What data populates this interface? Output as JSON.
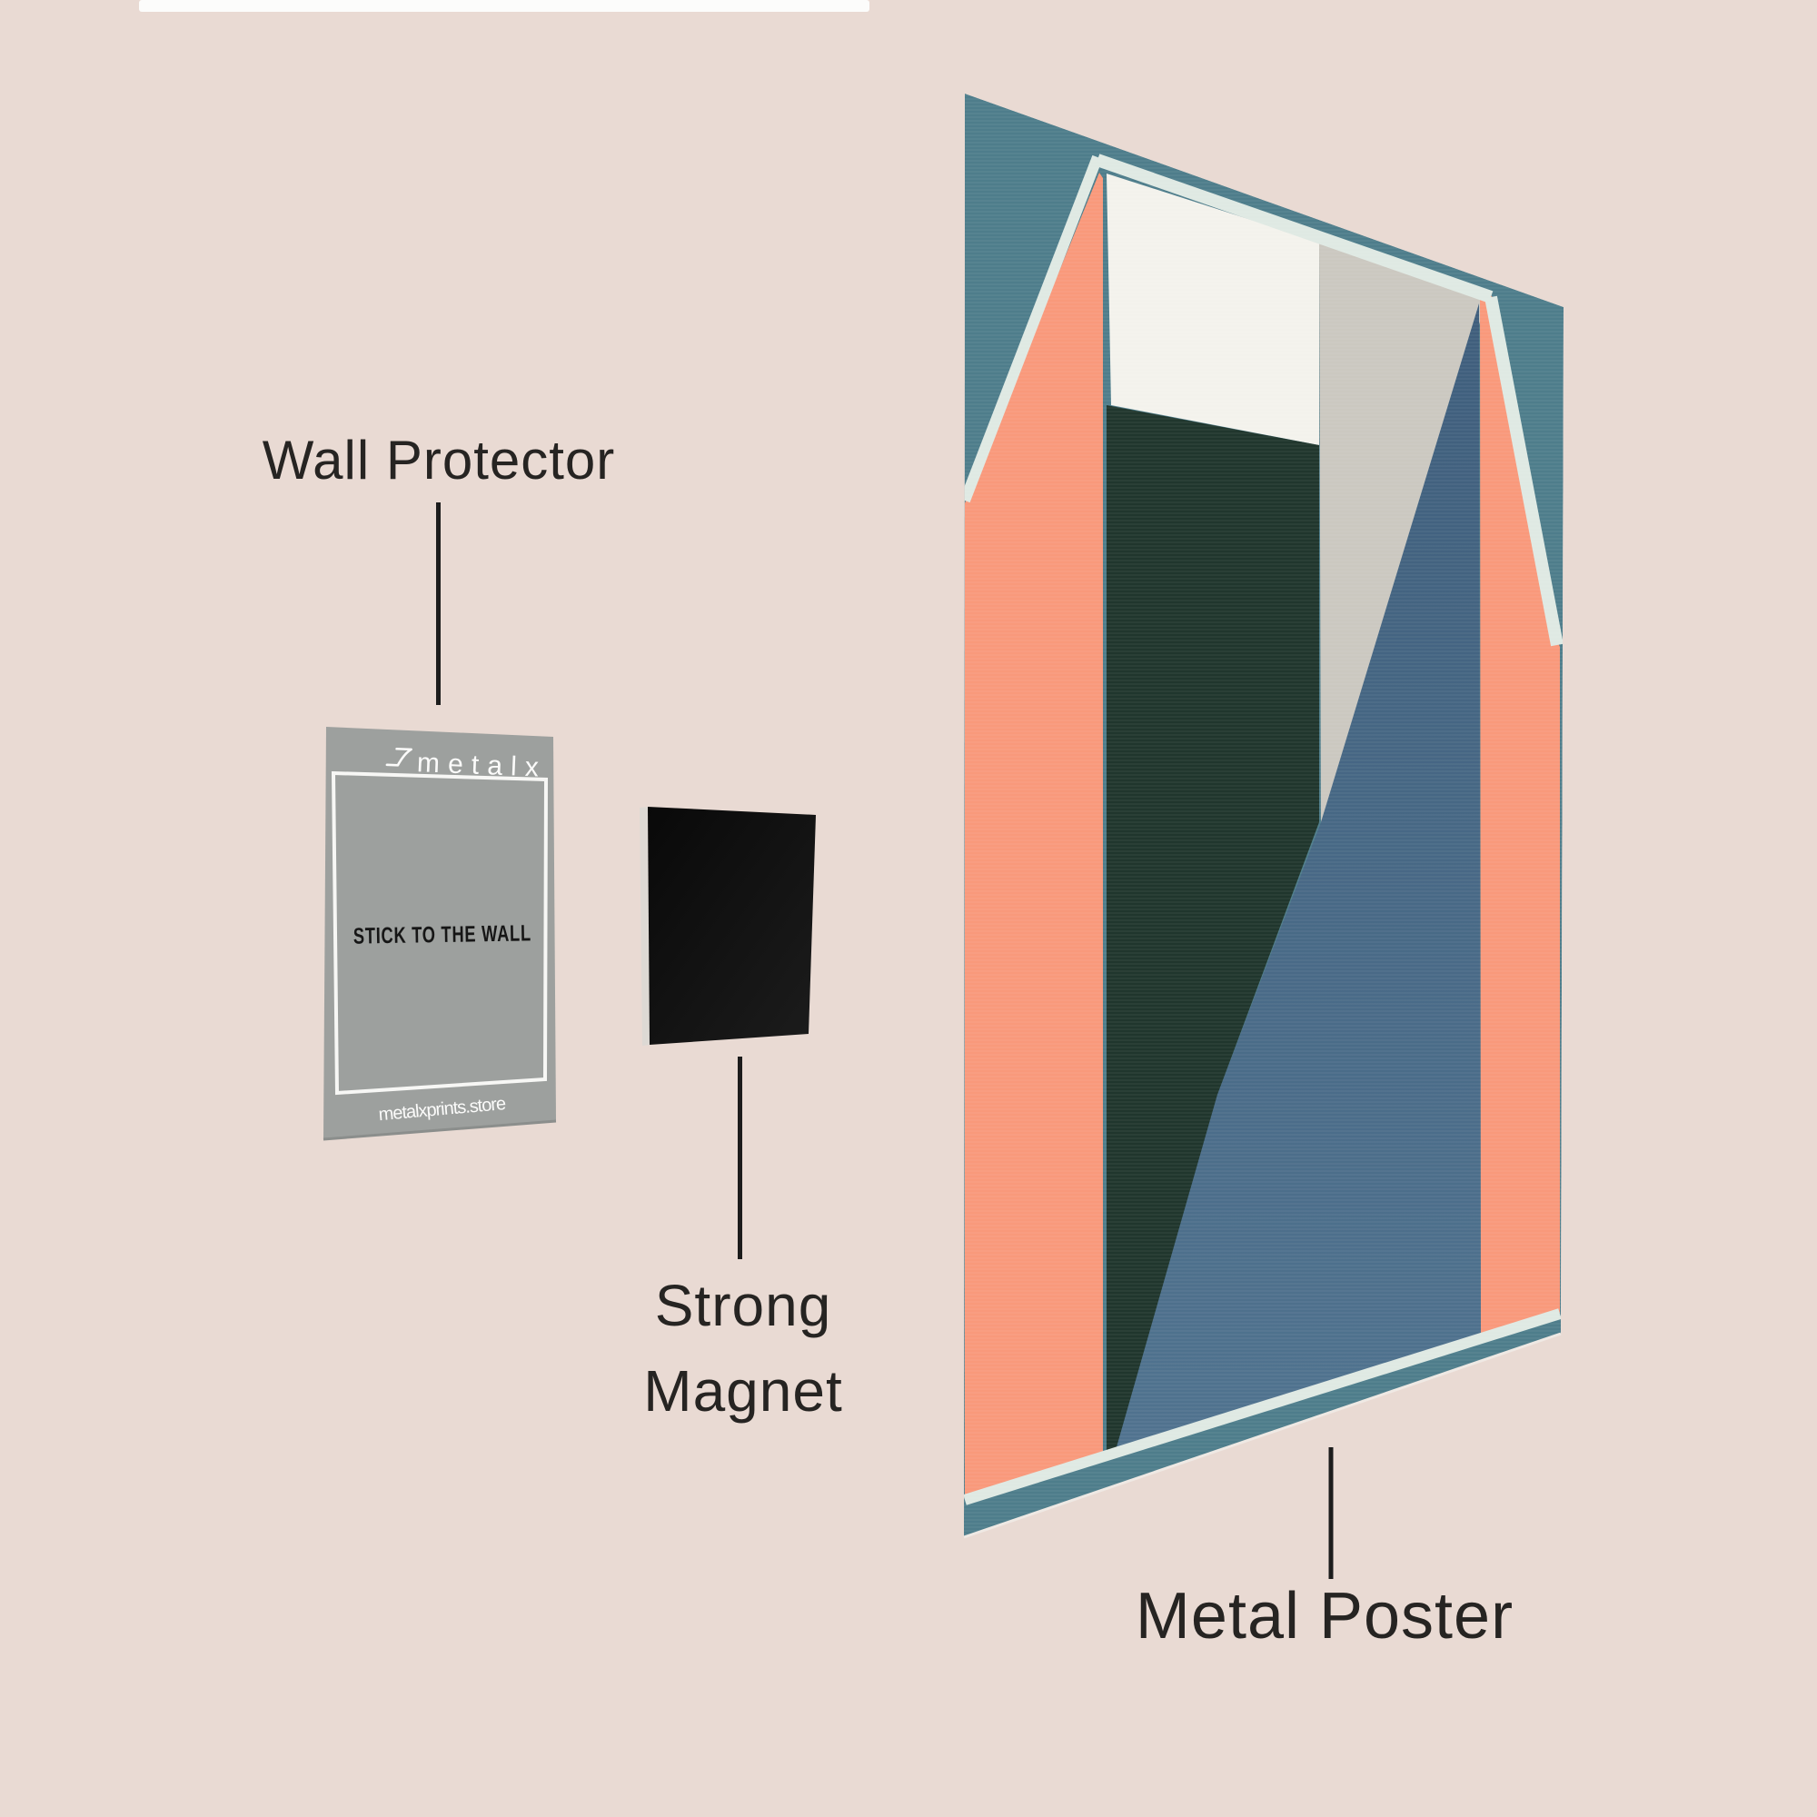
{
  "canvas": {
    "background": "#e9dad3",
    "top_bar_color": "#fcfcfb"
  },
  "labels": {
    "wall_protector": "Wall Protector",
    "strong_magnet_line1": "Strong",
    "strong_magnet_line2": "Magnet",
    "metal_poster": "Metal Poster"
  },
  "card": {
    "brand": "metalx",
    "message": "STICK TO THE WALL",
    "website": "metalxprints.store",
    "color": "#9da09e",
    "message_color": "#161616",
    "light_text_color": "#fbfbfa"
  },
  "magnet": {
    "color_dark": "#090909",
    "color_light": "#1c1c1c",
    "edge_color": "#ddd9d4"
  },
  "poster": {
    "colors": {
      "teal": "#4e7d8b",
      "mint": "#dfe9e3",
      "orange": "#f9997b",
      "off_white": "#f3f2ec",
      "light_gray": "#cbc8c0",
      "dark_green": "#20362d",
      "blue_top": "#3f5e7c",
      "blue_bottom": "#50738f"
    }
  },
  "pointer_line_color": "#1c1c1c"
}
